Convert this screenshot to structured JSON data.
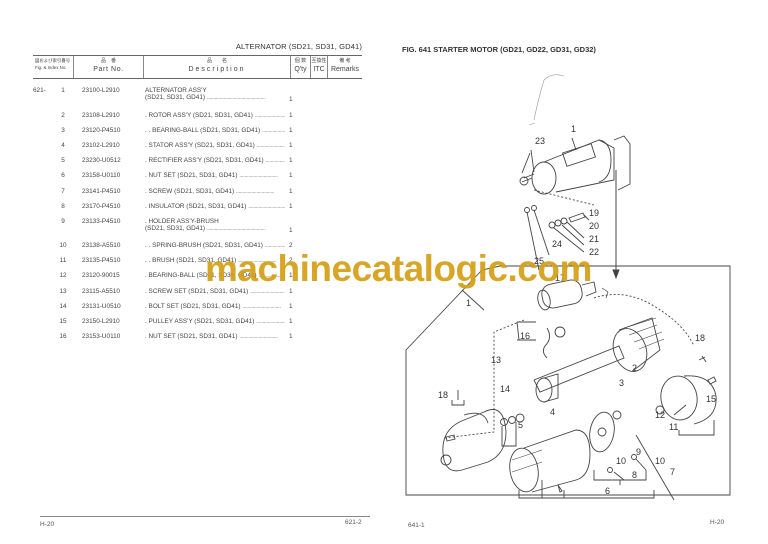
{
  "left_page": {
    "title": "ALTERNATOR (SD21, SD31, GD41)",
    "header": {
      "fig_jp": "図および索引番号",
      "fig_en": "Fig. & Index No.",
      "part_jp": "品　番",
      "part_en": "Part  No.",
      "desc_jp": "品　　名",
      "desc_en": "Description",
      "qty_jp": "個 数",
      "qty_en": "Q'ty",
      "itc_jp": "互換性",
      "itc_en": "ITC",
      "remarks_jp": "備 考",
      "remarks_en": "Remarks"
    },
    "rows": [
      {
        "fig": "621-",
        "idx": "1",
        "part": "23100-L2910",
        "desc": "ALTERNATOR ASS'Y",
        "desc2": "(SD21, SD31, GD41)",
        "qty": "1"
      },
      {
        "fig": "",
        "idx": "2",
        "part": "23108-L2910",
        "desc": ". ROTOR ASS'Y (SD21, SD31, GD41)",
        "desc2": "",
        "qty": "1"
      },
      {
        "fig": "",
        "idx": "3",
        "part": "23120-P4510",
        "desc": ". . BEARING-BALL (SD21, SD31, GD41)",
        "desc2": "",
        "qty": "1"
      },
      {
        "fig": "",
        "idx": "4",
        "part": "23102-L2910",
        "desc": ". STATOR ASS'Y (SD21, SD31, GD41)",
        "desc2": "",
        "qty": "1"
      },
      {
        "fig": "",
        "idx": "5",
        "part": "23230-U0512",
        "desc": ". RECTIFIER ASS'Y (SD21, SD31, GD41)",
        "desc2": "",
        "qty": "1"
      },
      {
        "fig": "",
        "idx": "6",
        "part": "23158-U0110",
        "desc": ". NUT SET (SD21, SD31, GD41)",
        "desc2": "",
        "qty": "1"
      },
      {
        "fig": "",
        "idx": "7",
        "part": "23141-P4510",
        "desc": ". SCREW (SD21, SD31, GD41)",
        "desc2": "",
        "qty": "1"
      },
      {
        "fig": "",
        "idx": "8",
        "part": "23170-P4510",
        "desc": ". INSULATOR (SD21, SD31, GD41)",
        "desc2": "",
        "qty": "1"
      },
      {
        "fig": "",
        "idx": "9",
        "part": "23133-P4510",
        "desc": ". HOLDER ASS'Y-BRUSH",
        "desc2": "(SD21, SD31, GD41)",
        "qty": "1"
      },
      {
        "fig": "",
        "idx": "10",
        "part": "23138-A5510",
        "desc": ". . SPRING-BRUSH (SD21, SD31, GD41)",
        "desc2": "",
        "qty": "2"
      },
      {
        "fig": "",
        "idx": "11",
        "part": "23135-P4510",
        "desc": ". . BRUSH (SD21, SD31, GD41)",
        "desc2": "",
        "qty": "2"
      },
      {
        "fig": "",
        "idx": "12",
        "part": "23120-90015",
        "desc": ". BEARING-BALL (SD21, SD31, GD41)",
        "desc2": "",
        "qty": "1"
      },
      {
        "fig": "",
        "idx": "13",
        "part": "23115-A5510",
        "desc": ". SCREW SET (SD21, SD31, GD41)",
        "desc2": "",
        "qty": "1"
      },
      {
        "fig": "",
        "idx": "14",
        "part": "23131-U0510",
        "desc": ". BOLT SET (SD21, SD31, GD41)",
        "desc2": "",
        "qty": "1"
      },
      {
        "fig": "",
        "idx": "15",
        "part": "23150-L2910",
        "desc": ". PULLEY ASS'Y (SD21, SD31, GD41)",
        "desc2": "",
        "qty": "1"
      },
      {
        "fig": "",
        "idx": "16",
        "part": "23153-U0110",
        "desc": ". NUT SET (SD21, SD31, GD41)",
        "desc2": "",
        "qty": "1"
      }
    ],
    "footer_left": "H-20",
    "footer_right": "621-2"
  },
  "right_page": {
    "title": "FIG. 641  STARTER MOTOR (GD21, GD22, GD31, GD32)",
    "callouts": [
      "1",
      "2",
      "3",
      "4",
      "5",
      "6",
      "7",
      "8",
      "9",
      "10",
      "10",
      "11",
      "12",
      "13",
      "14",
      "15",
      "16",
      "17",
      "18",
      "18",
      "19",
      "20",
      "21",
      "22",
      "23",
      "24",
      "25"
    ],
    "footer_left": "641-1",
    "footer_right": "H-20"
  },
  "watermark": {
    "text": "machinecatalogic.com",
    "color": "#d4a017"
  }
}
